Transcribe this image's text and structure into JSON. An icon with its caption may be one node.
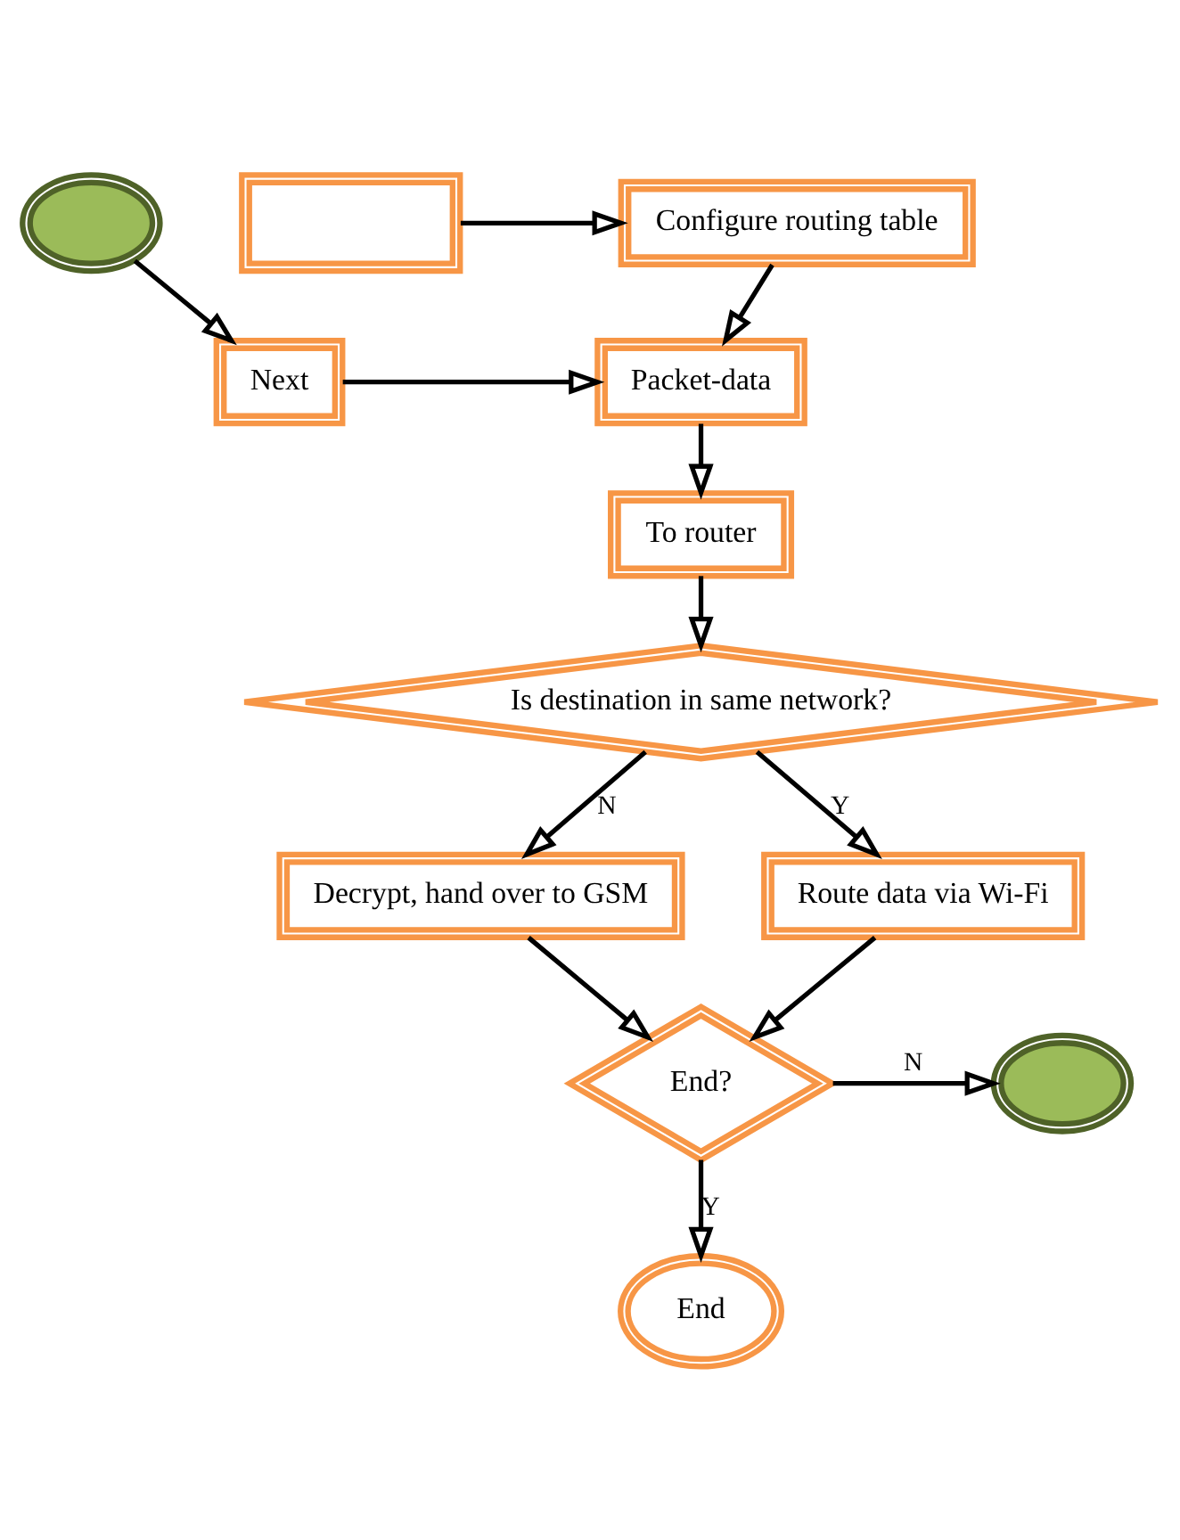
{
  "diagram": {
    "nodes": [
      {
        "text": [],
        "shape": "box"
      },
      {
        "text": [
          "Configure routing table"
        ]
      },
      {
        "text": [
          "Packet-data"
        ]
      },
      {
        "text": [
          "Next"
        ]
      },
      {
        "text": [],
        "shape": "circle"
      },
      {
        "text": [
          "To router"
        ]
      },
      {
        "text": [
          "Is destination in same network?"
        ]
      },
      {
        "text": [
          "Decrypt, hand over to GSM"
        ]
      },
      {
        "text": [
          "Route data via Wi-Fi"
        ]
      },
      {
        "text": [],
        "shape": "circle"
      },
      {
        "text": [
          "End?"
        ]
      },
      {
        "text": [
          "End"
        ]
      }
    ],
    "edges": [
      {
        "from": 0,
        "to": 1,
        "arrow": "to"
      },
      {
        "from": 1,
        "to": 2,
        "arrow": "to"
      },
      {
        "from": 3,
        "to": 2,
        "arrow": "to"
      },
      {
        "from": 4,
        "to": 3,
        "arrow": "to"
      },
      {
        "from": 2,
        "to": 5,
        "arrow": "to"
      },
      {
        "from": 5,
        "to": 6,
        "arrow": "to"
      },
      {
        "from": 6,
        "to": 7,
        "arrow": "to",
        "label": "N"
      },
      {
        "from": 6,
        "to": 8,
        "arrow": "to",
        "label": "Y"
      },
      {
        "from": 7,
        "to": 10,
        "arrow": "to"
      },
      {
        "from": 8,
        "to": 10,
        "arrow": "to"
      },
      {
        "from": 10,
        "to": 9,
        "arrow": "to",
        "label": "N"
      },
      {
        "from": 10,
        "to": 11,
        "arrow": "to",
        "label": "Y"
      }
    ]
  }
}
